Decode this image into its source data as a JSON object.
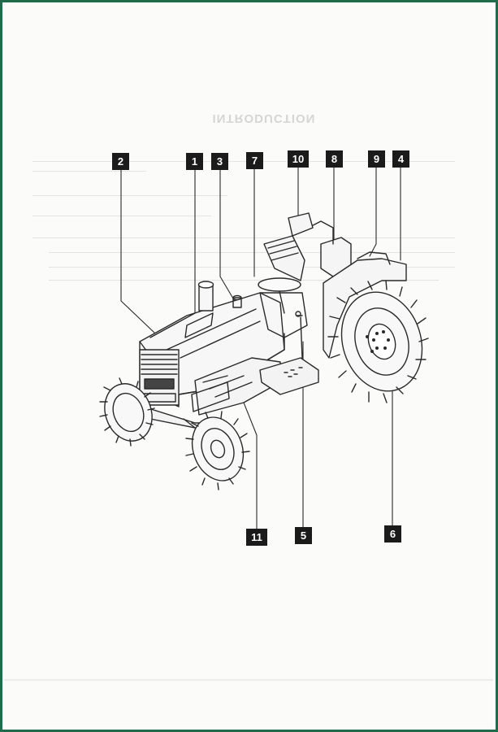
{
  "document": {
    "ghost_title": "INTRODUCTION",
    "illustration": "tractor-diagram"
  },
  "callouts": [
    {
      "id": "c1",
      "label": "1"
    },
    {
      "id": "c2",
      "label": "2"
    },
    {
      "id": "c3",
      "label": "3"
    },
    {
      "id": "c4",
      "label": "4"
    },
    {
      "id": "c5",
      "label": "5"
    },
    {
      "id": "c6",
      "label": "6"
    },
    {
      "id": "c7",
      "label": "7"
    },
    {
      "id": "c8",
      "label": "8"
    },
    {
      "id": "c9",
      "label": "9"
    },
    {
      "id": "c10",
      "label": "10"
    },
    {
      "id": "c11",
      "label": "11"
    }
  ],
  "colors": {
    "border": "#1f6b4a",
    "callout_bg": "#1b1b1b",
    "callout_text": "#ffffff",
    "line_art": "#2a2a2a",
    "bleed_through": "#d6d6d6"
  }
}
